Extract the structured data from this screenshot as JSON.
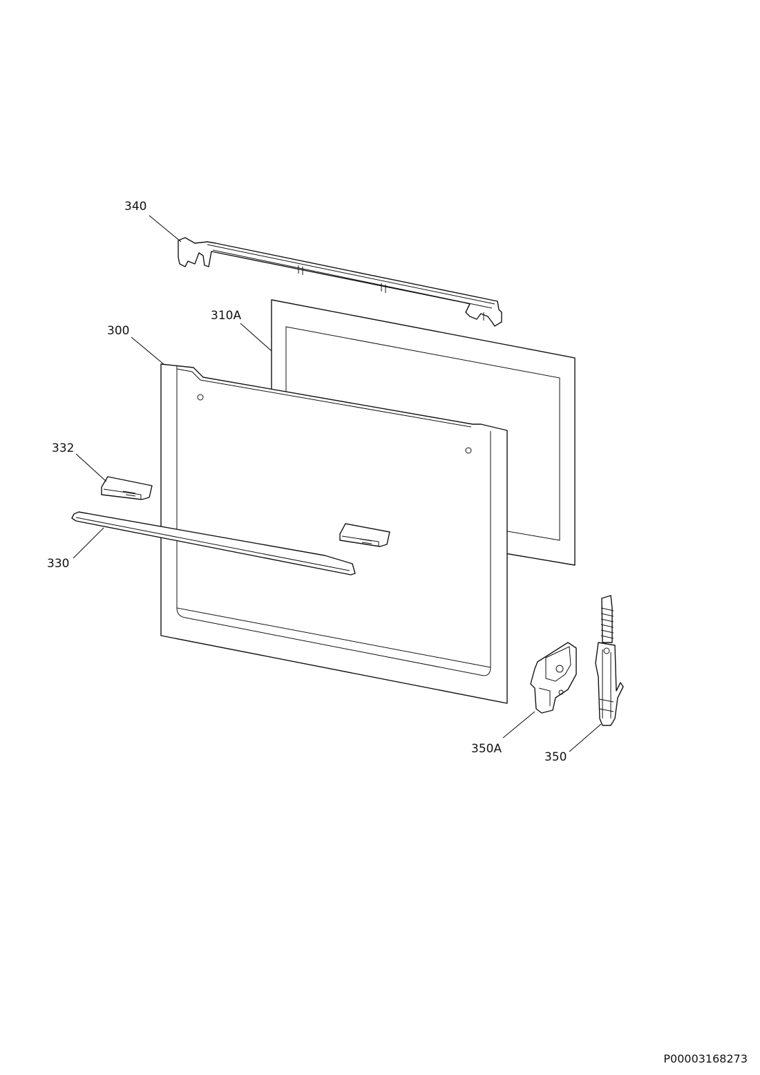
{
  "callouts": {
    "c340": "340",
    "c310a": "310A",
    "c300": "300",
    "c332": "332",
    "c330": "330",
    "c350a": "350A",
    "c350": "350"
  },
  "document_id": "P00003168273"
}
